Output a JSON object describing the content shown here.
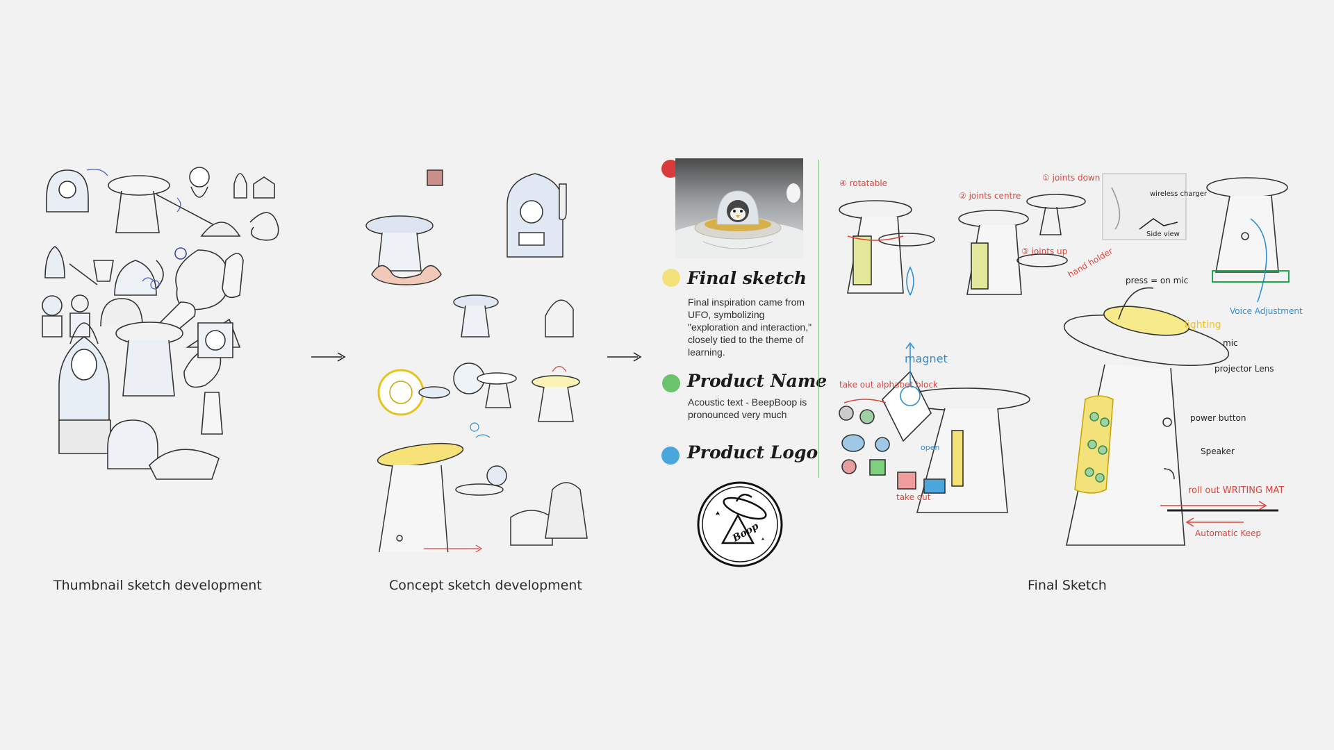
{
  "captions": {
    "thumbnail": "Thumbnail sketch development",
    "concept": "Concept sketch development",
    "final": "Final Sketch"
  },
  "info": {
    "final_sketch": {
      "title": "Final sketch",
      "text": "Final inspiration came from UFO, symbolizing \"exploration and interaction,\" closely tied to the theme of learning."
    },
    "product_name": {
      "title": "Product Name",
      "text": "Acoustic text - BeepBoop is pronounced very much"
    },
    "product_logo": {
      "title": "Product Logo",
      "logo_text": "Boop"
    }
  },
  "final_annotations": {
    "rotatable": "④ rotatable",
    "joints_centre": "② joints centre",
    "joints_down": "① joints down",
    "joints_up": "③ joints up",
    "wireless_charger": "wireless charger",
    "side_view": "Side view",
    "press_on_mic": "press = on mic",
    "hand_holder": "hand holder",
    "lighting": "lighting",
    "voice_adjustment": "Voice Adjustment",
    "mic": "mic",
    "projector_lens": "projector Lens",
    "power_button": "power button",
    "speaker": "Speaker",
    "roll_out": "roll out WRITING MAT",
    "automatic_keep": "Automatic Keep",
    "magnet": "magnet",
    "take_out_alphabet": "take out alphabet block",
    "open": "open",
    "take_out": "take out"
  },
  "colors": {
    "dot_red": "#d93a3a",
    "dot_yellow": "#f3e27a",
    "dot_green": "#6cc36e",
    "dot_blue": "#4aa6dc",
    "accent_red": "#e0443b",
    "accent_blue": "#2f8fd8",
    "accent_yellow": "#f0c419"
  }
}
